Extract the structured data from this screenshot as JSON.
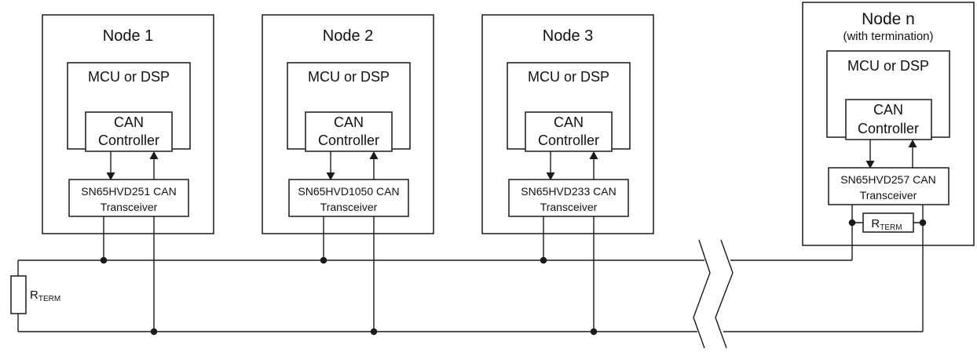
{
  "colors": {
    "line": "#1a1a1a",
    "background": "#ffffff"
  },
  "termination_left": {
    "r_label": "R",
    "r_sub": "TERM"
  },
  "nodes": [
    {
      "title": "Node 1",
      "mcu_label": "MCU or DSP",
      "controller_line1": "CAN",
      "controller_line2": "Controller",
      "transceiver_line1": "SN65HVD251 CAN",
      "transceiver_line2": "Transceiver"
    },
    {
      "title": "Node 2",
      "mcu_label": "MCU or DSP",
      "controller_line1": "CAN",
      "controller_line2": "Controller",
      "transceiver_line1": "SN65HVD1050 CAN",
      "transceiver_line2": "Transceiver"
    },
    {
      "title": "Node 3",
      "mcu_label": "MCU or DSP",
      "controller_line1": "CAN",
      "controller_line2": "Controller",
      "transceiver_line1": "SN65HVD233 CAN",
      "transceiver_line2": "Transceiver"
    },
    {
      "title": "Node n",
      "subtitle": "(with termination)",
      "mcu_label": "MCU or DSP",
      "controller_line1": "CAN",
      "controller_line2": "Controller",
      "transceiver_line1": "SN65HVD257 CAN",
      "transceiver_line2": "Transceiver",
      "rterm_label": "R",
      "rterm_sub": "TERM"
    }
  ]
}
